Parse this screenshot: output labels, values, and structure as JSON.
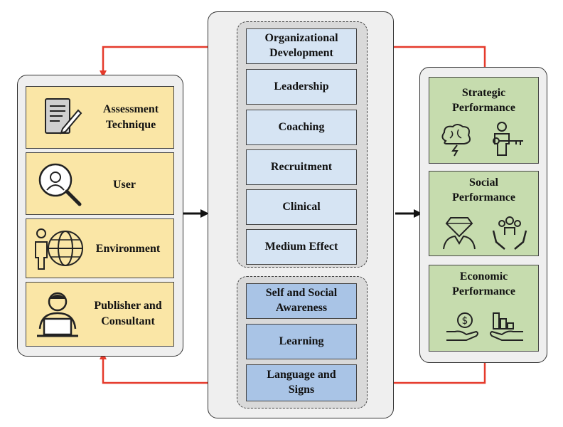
{
  "left_panel": {
    "items": [
      {
        "label": "Assessment\nTechnique",
        "icon": "document-pen-icon"
      },
      {
        "label": "User",
        "icon": "magnifier-user-icon"
      },
      {
        "label": "Environment",
        "icon": "person-globe-icon"
      },
      {
        "label": "Publisher and\nConsultant",
        "icon": "person-laptop-icon"
      }
    ]
  },
  "center_panel": {
    "upper_group": [
      "Organizational\nDevelopment",
      "Leadership",
      "Coaching",
      "Recruitment",
      "Clinical",
      "Medium Effect"
    ],
    "lower_group": [
      "Self and Social\nAwareness",
      "Learning",
      "Language and\nSigns"
    ]
  },
  "right_panel": {
    "items": [
      {
        "label": "Strategic\nPerformance",
        "icons": [
          "brain-lightning-icon",
          "person-key-icon"
        ]
      },
      {
        "label": "Social\nPerformance",
        "icons": [
          "person-diamond-icon",
          "hands-group-icon"
        ]
      },
      {
        "label": "Economic\nPerformance",
        "icons": [
          "hand-coin-icon",
          "hand-chart-icon"
        ]
      }
    ]
  },
  "colors": {
    "feedback_arrow": "#e53a2b",
    "left_boxes": "#fae6a6",
    "center_light": "#d6e4f3",
    "center_dark": "#a9c4e6",
    "right_boxes": "#c6dcae"
  }
}
